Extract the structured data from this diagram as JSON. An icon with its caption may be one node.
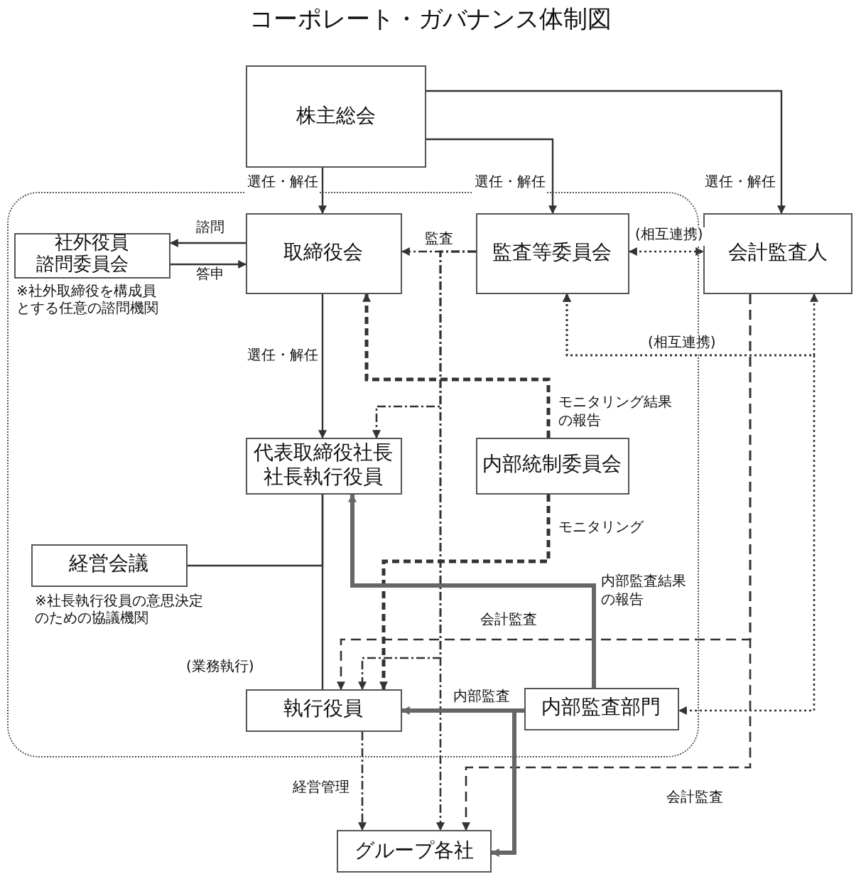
{
  "diagram": {
    "title": "コーポレート・ガバナンス体制図",
    "nodes": [
      {
        "text": [
          "株主総会"
        ]
      },
      {
        "text": [],
        "shape": "box"
      },
      {
        "text": [
          "取締役会"
        ],
        "in": 1
      },
      {
        "text": [
          "社外役員諮問委員会"
        ],
        "in": 1,
        "beside": [
          "※社外取締役を構成員とする任意の諮問機関"
        ]
      },
      {
        "text": [
          "監査等委員会"
        ],
        "in": 1
      },
      {
        "text": [
          "会計監査人"
        ]
      },
      {
        "text": [
          "代表取締役社長社長執行役員"
        ],
        "in": 1
      },
      {
        "text": [
          "内部統制委員会"
        ],
        "in": 1
      },
      {
        "text": [
          "経営会議"
        ],
        "in": 1,
        "beside": [
          "※社長執行役員の意思決定のための協議機関"
        ]
      },
      {
        "text": [
          "執行役員"
        ],
        "in": 1
      },
      {
        "text": [
          "内部監査部門"
        ],
        "in": 1
      },
      {
        "text": [
          "グループ各社"
        ]
      }
    ],
    "edges": [
      {
        "from": 0,
        "to": 2,
        "arrow": "to",
        "label": "選任・解任"
      },
      {
        "from": 0,
        "to": 4,
        "arrow": "to",
        "label": "選任・解任"
      },
      {
        "from": 0,
        "to": 5,
        "arrow": "to",
        "label": "選任・解任"
      },
      {
        "from": 2,
        "to": 3,
        "arrow": "to",
        "label": "諮問"
      },
      {
        "from": 3,
        "to": 2,
        "arrow": "to",
        "label": "答申"
      },
      {
        "from": 2,
        "to": 6,
        "arrow": "to",
        "label": "選任・解任"
      },
      {
        "from": 4,
        "to": 2,
        "arrow": "to",
        "label": "監査",
        "style": "dashed"
      },
      {
        "from": 4,
        "to": 6,
        "arrow": "to",
        "style": "dashed"
      },
      {
        "from": 4,
        "to": 9,
        "arrow": "to",
        "style": "dashed"
      },
      {
        "from": 4,
        "to": 11,
        "arrow": "to",
        "style": "dashed"
      },
      {
        "from": 4,
        "to": 5,
        "arrow": "both",
        "label": "(相互連携)",
        "style": "dashed"
      },
      {
        "from": 4,
        "to": 5,
        "arrow": "both",
        "label": "(相互連携)",
        "style": "dashed"
      },
      {
        "from": 4,
        "to": 10,
        "arrow": "both",
        "style": "dashed"
      },
      {
        "from": 5,
        "to": 9,
        "arrow": "to",
        "label": "会計監査",
        "style": "dashed"
      },
      {
        "from": 5,
        "to": 11,
        "arrow": "to",
        "label": "会計監査",
        "style": "dashed"
      },
      {
        "from": 7,
        "to": 2,
        "arrow": "to",
        "label": "モニタリング結果の報告",
        "style": "dashed"
      },
      {
        "from": 7,
        "to": 9,
        "arrow": "to",
        "label": "モニタリング",
        "style": "dashed"
      },
      {
        "from": 10,
        "to": 6,
        "arrow": "to",
        "label": "内部監査結果の報告",
        "style": "thick",
        "color": "#666666"
      },
      {
        "from": 10,
        "to": 9,
        "arrow": "to",
        "label": "内部監査",
        "style": "thick",
        "color": "#666666"
      },
      {
        "from": 10,
        "to": 11,
        "arrow": "to",
        "style": "thick",
        "color": "#666666"
      },
      {
        "from": 6,
        "to": 9,
        "arrow": "none",
        "label": "(業務執行)"
      },
      {
        "from": 8,
        "to": 6,
        "arrow": "none"
      },
      {
        "from": 9,
        "to": 11,
        "arrow": "to",
        "label": "経営管理",
        "style": "dashed"
      }
    ]
  }
}
